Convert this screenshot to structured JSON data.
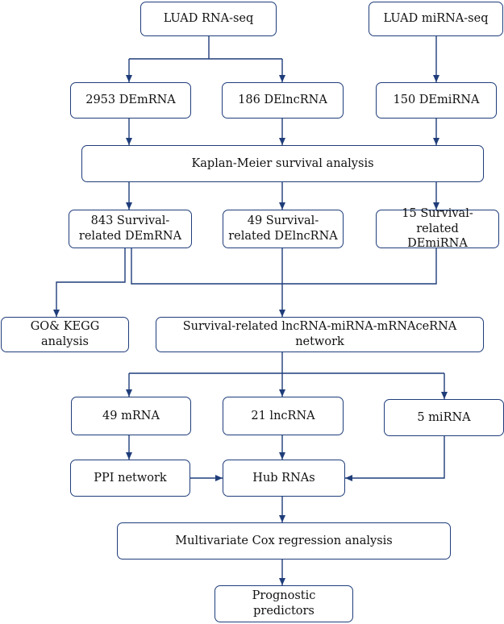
{
  "nodes": {
    "rnaseq": "LUAD RNA-seq",
    "mirnaseq": "LUAD miRNA-seq",
    "demrna": "2953 DEmRNA",
    "delncrna": "186 DElncRNA",
    "demirna": "150 DEmiRNA",
    "km": "Kaplan-Meier survival analysis",
    "surv_mrna_1": "843 Survival-",
    "surv_mrna_2": "related DEmRNA",
    "surv_lnc_1": "49 Survival-",
    "surv_lnc_2": "related DElncRNA",
    "surv_mi_1": "15 Survival-related",
    "surv_mi_2": "DEmiRNA",
    "go_1": "GO& KEGG",
    "go_2": "analysis",
    "cerna_1": "Survival-related lncRNA-miRNA-mRNAceRNA",
    "cerna_2": "network",
    "mrna49": "49 mRNA",
    "lnc21": "21 lncRNA",
    "mi5": "5 miRNA",
    "ppi": "PPI network",
    "hub": "Hub RNAs",
    "cox": "Multivariate Cox regression analysis",
    "prog": "Prognostic predictors"
  },
  "colors": {
    "line": "#1f3d7a",
    "box_border": "#1f3d7a",
    "text": "#111111"
  }
}
